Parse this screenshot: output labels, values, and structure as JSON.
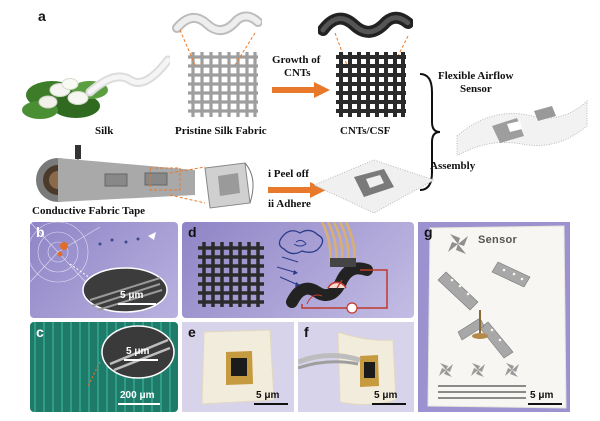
{
  "panel_letters": {
    "a": "a",
    "b": "b",
    "c": "c",
    "d": "d",
    "e": "e",
    "f": "f",
    "g": "g"
  },
  "panel_a": {
    "silk_label": "Silk",
    "pristine_label": "Pristine Silk Fabric",
    "growth_label_1": "Growth of",
    "growth_label_2": "CNTs",
    "cnts_csf_label": "CNTs/CSF",
    "flexible_label_1": "Flexible Airflow",
    "flexible_label_2": "Sensor",
    "assembly_label": "Assembly",
    "tape_label": "Conductive Fabric Tape",
    "peel_label": "i Peel off",
    "adhere_label": "ii Adhere"
  },
  "panel_b": {
    "scale": "5 μm"
  },
  "panel_c": {
    "scale_inset": "5 μm",
    "scale_main": "200 μm"
  },
  "panel_e": {
    "scale": "5 μm"
  },
  "panel_f": {
    "scale": "5 μm"
  },
  "panel_g": {
    "sensor_text": "Sensor",
    "scale": "5 μm"
  },
  "colors": {
    "arrow": "#e8792a",
    "panel_bg_purple": "#8f84c6",
    "panel_c_bg": "#1f7a6a",
    "panel_g_bg": "#9b92cf",
    "circuit_red": "#c0392b"
  }
}
